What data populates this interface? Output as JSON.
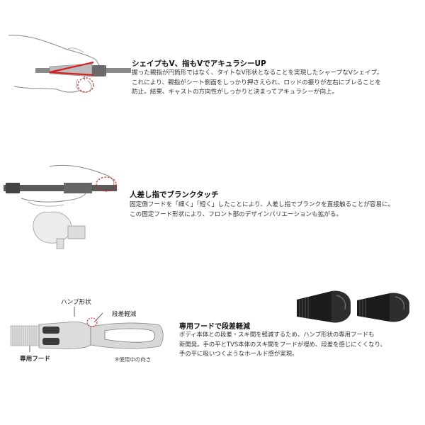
{
  "section1": {
    "heading": "シェイプもV、指もVでアキュラシーUP",
    "lines": [
      "握った親指が円筒形ではなく、タイトなV形状となることを実現したシャープなVシェイプ。",
      "これにより、親指がシート側面をしっかり押さえられ、ロッドの振りが左右にブレることを",
      "防止。結果、キャストの方向性がしっかりと決まってアキュラシーが向上。"
    ]
  },
  "section2": {
    "heading": "人差し指でブランクタッチ",
    "lines": [
      "固定側フードを「細く」「短く」したことにより、人差し指でブランクを直接触ることが容易に。",
      "この固定フード形状により、フロント部のデザインバリエーションも拡がる。"
    ]
  },
  "section3": {
    "label_hump": "ハンプ形状",
    "label_step": "段差軽減",
    "label_hood": "専用フード",
    "note": "※使用中の向き",
    "heading": "専用フードで段差軽減",
    "lines": [
      "ボディ本体との段差・スキ間を軽減するため、ハンプ形状の専用フードも",
      "新開発。手の平とTVS本体のスキ間をフードが埋め、段差を感じにくくなり、",
      "手の平に吸いつくようなホールド感が実現。"
    ]
  },
  "colors": {
    "accent_red": "#d42020",
    "rod_gray": "#555555"
  }
}
